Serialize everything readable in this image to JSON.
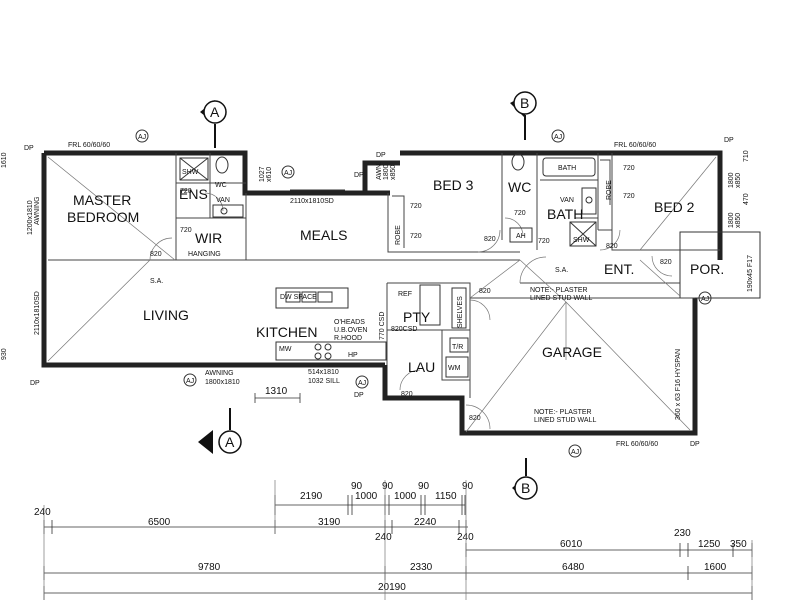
{
  "rooms": {
    "master": "MASTER",
    "bedroom": "BEDROOM",
    "ens": "ENS",
    "wir": "WIR",
    "meals": "MEALS",
    "bed3": "BED 3",
    "wc": "WC",
    "bath": "BATH",
    "bed2": "BED 2",
    "living": "LIVING",
    "kitchen": "KITCHEN",
    "pty": "PTY",
    "lau": "LAU",
    "garage": "GARAGE",
    "ent": "ENT.",
    "por": "POR."
  },
  "labels": {
    "shw": "SHW",
    "wc_fixture": "WC",
    "van": "VAN",
    "hanging": "HANGING",
    "bath_fixture": "BATH",
    "robe": "ROBE",
    "ah": "AH",
    "ref": "REF",
    "shelves": "SHELVES",
    "tr": "T/R",
    "wm": "WM",
    "dw_space": "DW SPACE",
    "mw": "MW",
    "hp": "HP",
    "oheads": "O'HEADS",
    "ub_oven": "U.B.OVEN",
    "r_hood": "R.HOOD",
    "sa": "S.A.",
    "aj": "AJ",
    "dp": "DP",
    "section_a": "A",
    "section_b": "B",
    "note1_l1": "NOTE:- PLASTER",
    "note1_l2": "LINED STUD WALL",
    "note2_l1": "NOTE:- PLASTER",
    "note2_l2": "LINED STUD WALL"
  },
  "annotations": {
    "frl_left": "FRL 60/60/60",
    "frl_right": "FRL 60/60/60",
    "frl_bottom": "FRL 60/60/60",
    "sliding_door": "2110x1810SD",
    "awning_left_l1": "1200x1810",
    "awning_left_l2": "AWNING",
    "window_2110": "2110x1810SD",
    "awn_1800_l1": "AWN.",
    "awn_1800_l2": "1800",
    "awn_1800_l3": "x850",
    "awning_bottom_l1": "AWNING",
    "awning_bottom_l2": "1800x1810",
    "kitchen_window_l1": "514x1810",
    "kitchen_window_l2": "1032 SILL",
    "win_1027": "1027",
    "win_x610": "x610",
    "pty_door": "820CSD",
    "csd_770": "770 CSD",
    "beam_190": "190x45 F17",
    "beam_360": "360 x 63 F16 HYSPAN",
    "w1800_850_a": "1800",
    "w1800_850_b": "x850",
    "w1800_850_c": "1800",
    "w1800_850_d": "x850",
    "door_720": "720",
    "door_820": "820",
    "dim_1310": "1310",
    "dim_1610": "1610",
    "dim_930": "930"
  },
  "dimensions": {
    "row1": [
      "2190",
      "90",
      "1000",
      "90",
      "1000",
      "90",
      "1150",
      "90"
    ],
    "row2": [
      "240",
      "6500",
      "3190",
      "240",
      "2240",
      "240"
    ],
    "row3": [
      "6010",
      "230",
      "1250",
      "350"
    ],
    "row4": [
      "9780",
      "2330",
      "6480",
      "1600"
    ],
    "total": "20190",
    "right_710": "710",
    "right_470": "470"
  }
}
